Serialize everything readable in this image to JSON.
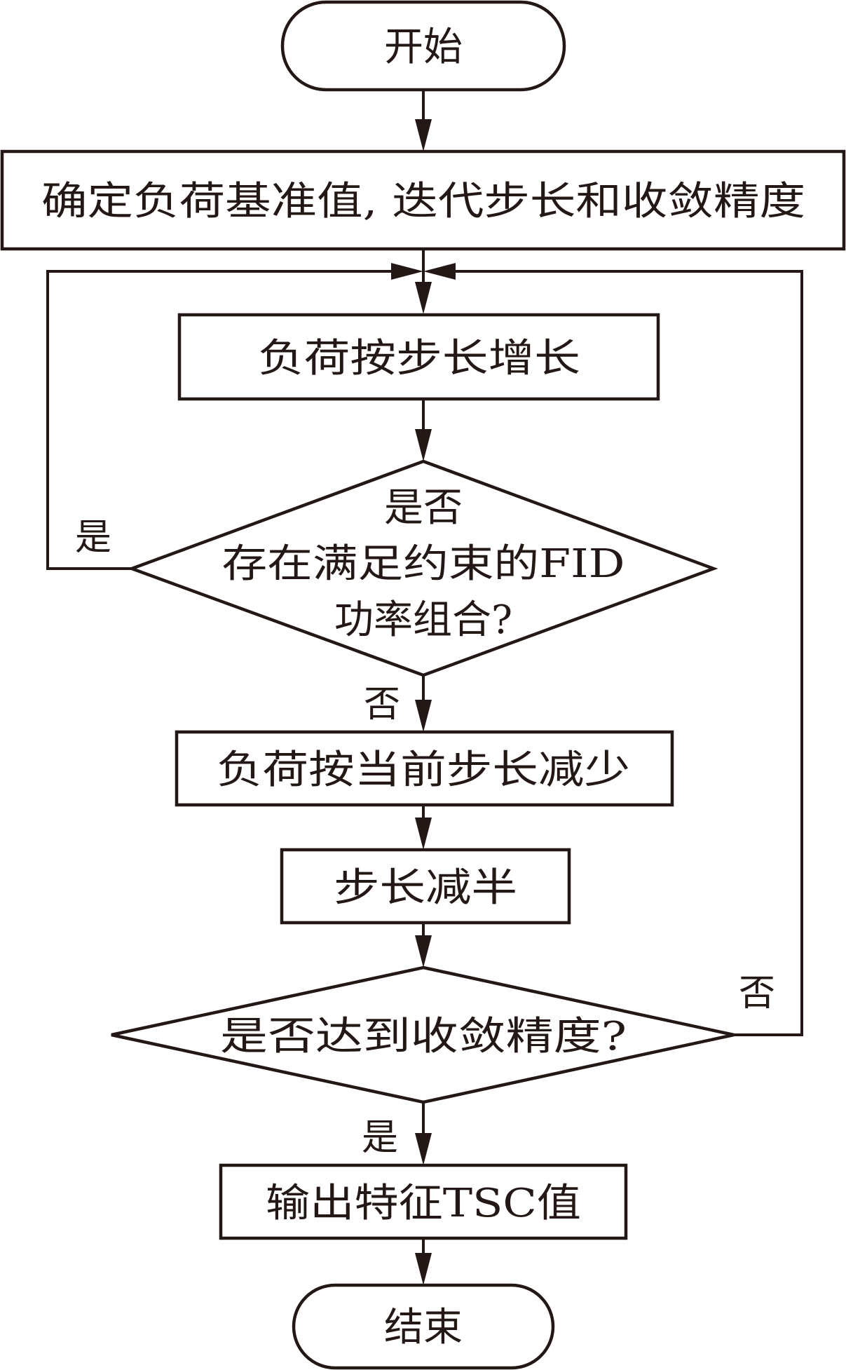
{
  "flowchart": {
    "nodes": {
      "start": "开始",
      "init": "确定负荷基准值, 迭代步长和收敛精度",
      "increase": "负荷按步长增长",
      "decision1": [
        "是否",
        "存在满足约束的FID",
        "功率组合?"
      ],
      "decrease": "负荷按当前步长减少",
      "halve": "步长减半",
      "decision2": "是否达到收敛精度?",
      "output": "输出特征TSC值",
      "end": "结束"
    },
    "edge_labels": {
      "decision1_yes": "是",
      "decision1_no": "否",
      "decision2_no": "否",
      "decision2_yes": "是"
    },
    "colors": {
      "stroke": "#231815",
      "background": "#ffffff"
    }
  }
}
